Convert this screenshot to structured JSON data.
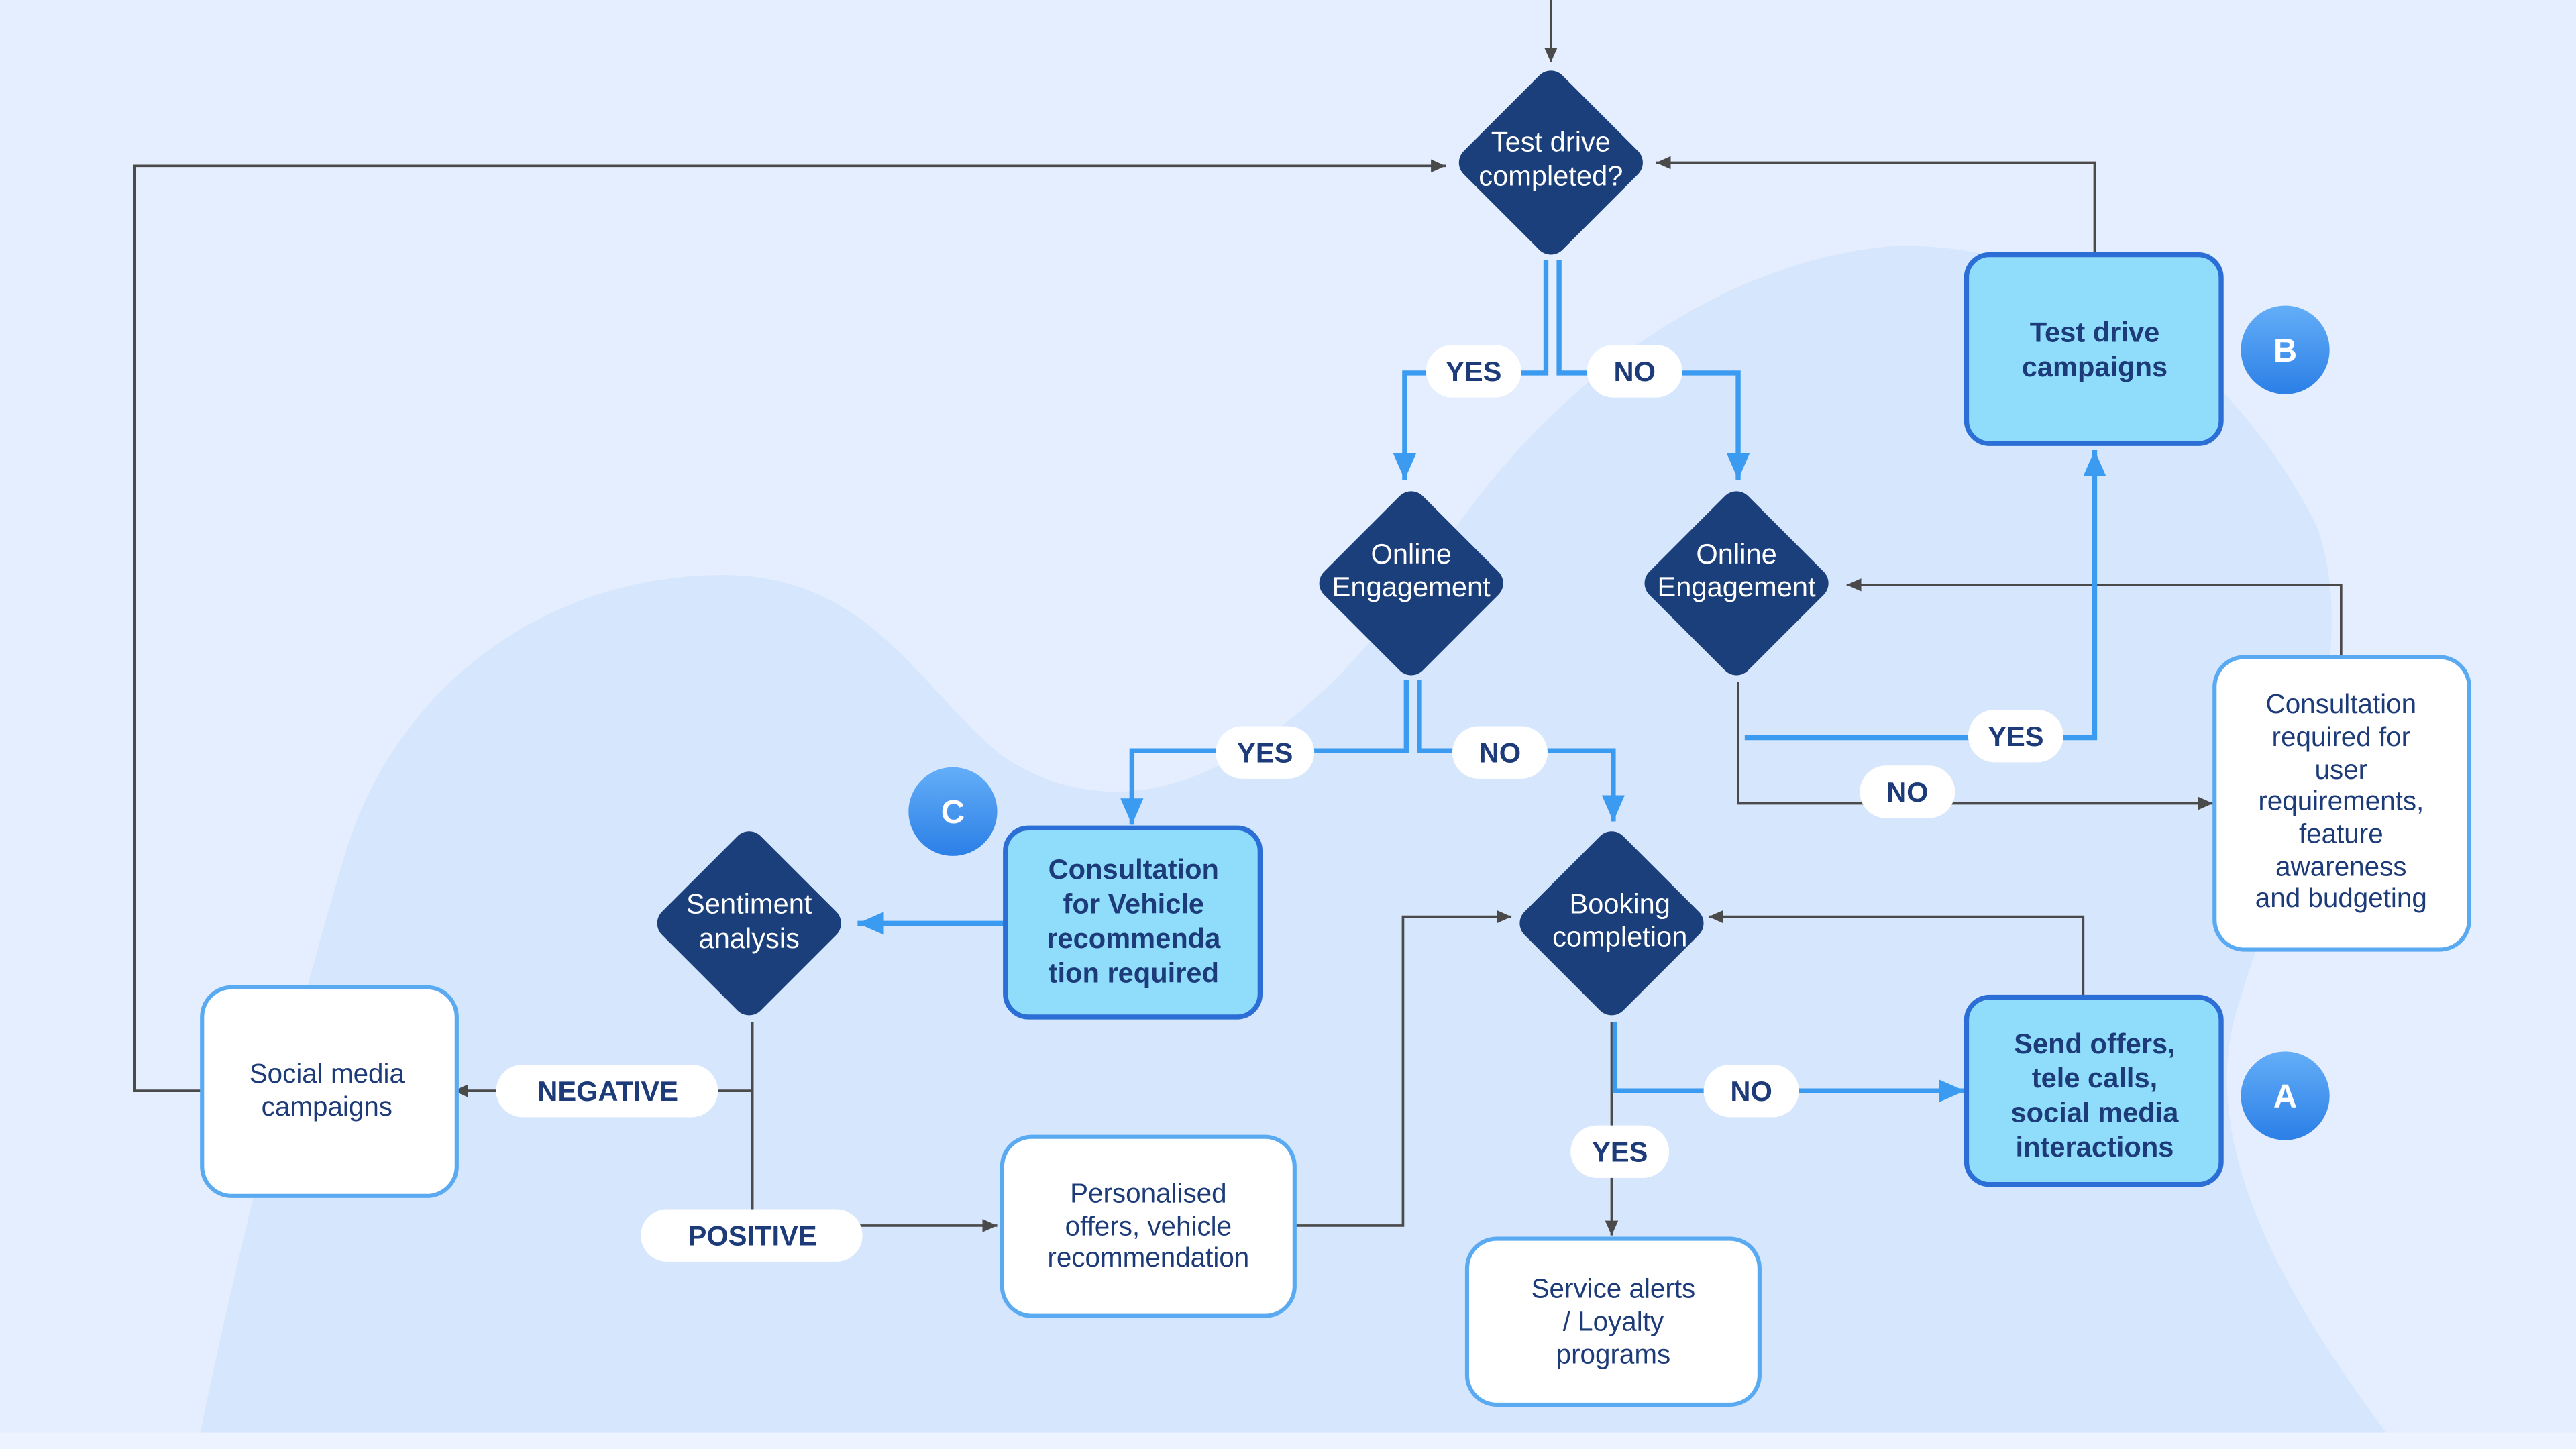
{
  "diagram": {
    "decisions": {
      "test_drive": [
        "Test drive",
        "completed?"
      ],
      "online_left": [
        "Online",
        "Engagement"
      ],
      "online_right": [
        "Online",
        "Engagement"
      ],
      "sentiment": [
        "Sentiment",
        "analysis"
      ],
      "booking": [
        "Booking",
        "completion"
      ]
    },
    "boxes": {
      "test_drive_campaigns": [
        "Test drive",
        "campaigns"
      ],
      "consultation_right": [
        "Consultation",
        "required for",
        "user",
        "requirements,",
        "feature",
        "awareness",
        "and budgeting"
      ],
      "consultation_vehicle": [
        "Consultation",
        "for Vehicle",
        "recommenda",
        "tion required"
      ],
      "social_media": [
        "Social media",
        "campaigns"
      ],
      "personalised": [
        "Personalised",
        "offers, vehicle",
        "recommendation"
      ],
      "send_offers": [
        "Send offers,",
        "tele calls,",
        "social media",
        "interactions"
      ],
      "service_alerts": [
        "Service alerts",
        "/ Loyalty",
        "programs"
      ]
    },
    "labels": {
      "yes_top": "YES",
      "no_top": "NO",
      "yes_online_left": "YES",
      "no_online_left": "NO",
      "yes_online_right": "YES",
      "no_online_right": "NO",
      "negative": "NEGATIVE",
      "positive": "POSITIVE",
      "no_booking": "NO",
      "yes_booking": "YES"
    },
    "markers": {
      "a": "A",
      "b": "B",
      "c": "C"
    }
  }
}
